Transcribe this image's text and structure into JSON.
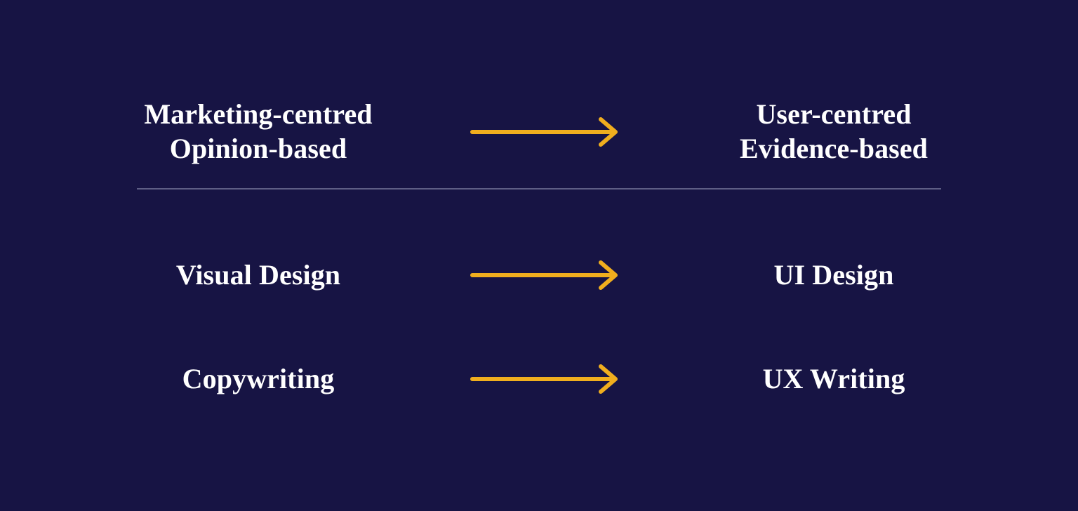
{
  "slide": {
    "background_color": "#171444",
    "text_color": "#ffffff",
    "accent_color": "#F0AE1E",
    "divider_color": "#5e5e85",
    "arrow_icon_name": "right-arrow-icon"
  },
  "rows": [
    {
      "id": "row-1",
      "from_lines": [
        "Marketing-centred",
        "Opinion-based"
      ],
      "to_lines": [
        "User-centred",
        "Evidence-based"
      ],
      "arrow": "→"
    },
    {
      "id": "row-2",
      "from_lines": [
        "Visual Design"
      ],
      "to_lines": [
        "UI Design"
      ],
      "arrow": "→"
    },
    {
      "id": "row-3",
      "from_lines": [
        "Copywriting"
      ],
      "to_lines": [
        "UX Writing"
      ],
      "arrow": "→"
    }
  ],
  "divider": {
    "present": true
  }
}
